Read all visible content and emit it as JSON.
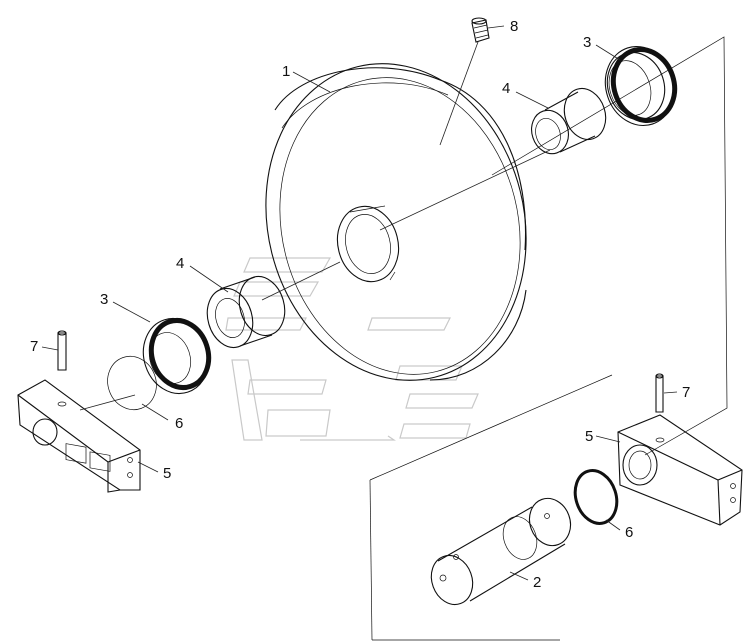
{
  "diagram": {
    "callouts": [
      {
        "id": "c8",
        "text": "8"
      },
      {
        "id": "c3a",
        "text": "3"
      },
      {
        "id": "c1",
        "text": "1"
      },
      {
        "id": "c4a",
        "text": "4"
      },
      {
        "id": "c4b",
        "text": "4"
      },
      {
        "id": "c3b",
        "text": "3"
      },
      {
        "id": "c7a",
        "text": "7"
      },
      {
        "id": "c6a",
        "text": "6"
      },
      {
        "id": "c5a",
        "text": "5"
      },
      {
        "id": "c7b",
        "text": "7"
      },
      {
        "id": "c5b",
        "text": "5"
      },
      {
        "id": "c6b",
        "text": "6"
      },
      {
        "id": "c2",
        "text": "2"
      }
    ],
    "parts": [
      "idler-wheel",
      "shaft",
      "seal",
      "bushing",
      "bracket",
      "o-ring",
      "pin",
      "plug"
    ]
  }
}
